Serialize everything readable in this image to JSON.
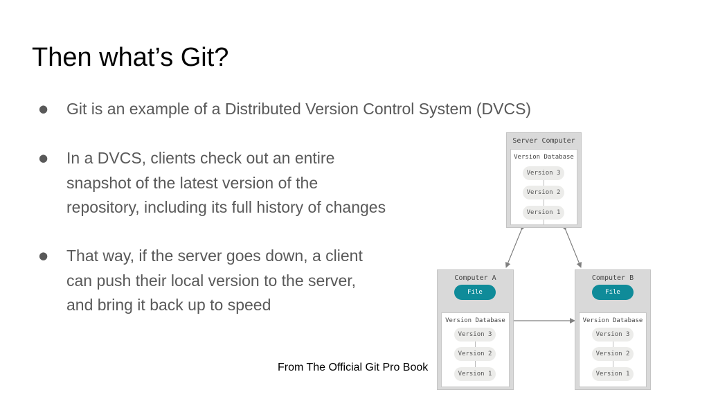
{
  "slide": {
    "title": "Then what’s Git?",
    "bullets": [
      {
        "marker": "●",
        "lines": [
          "Git is an example of a Distributed Version Control System (DVCS)"
        ]
      },
      {
        "marker": "●",
        "lines": [
          "In a DVCS, clients check out an entire",
          "snapshot of the latest version of the",
          "repository, including its full history of changes"
        ]
      },
      {
        "marker": "●",
        "lines": [
          "That way, if the server goes down, a client",
          "can push their local version to the server,",
          "and bring it back up to speed"
        ]
      }
    ],
    "caption": "From The Official Git Pro Book"
  },
  "diagram": {
    "server": {
      "title": "Server Computer",
      "db_title": "Version Database",
      "versions": [
        "Version 3",
        "Version 2",
        "Version 1"
      ]
    },
    "computer_a": {
      "title": "Computer A",
      "file_label": "File",
      "db_title": "Version Database",
      "versions": [
        "Version 3",
        "Version 2",
        "Version 1"
      ]
    },
    "computer_b": {
      "title": "Computer B",
      "file_label": "File",
      "db_title": "Version Database",
      "versions": [
        "Version 3",
        "Version 2",
        "Version 1"
      ]
    },
    "colors": {
      "file_pill": "#0f8b99",
      "box_gray": "#d9d9d9",
      "version_pill": "#ececea"
    }
  }
}
